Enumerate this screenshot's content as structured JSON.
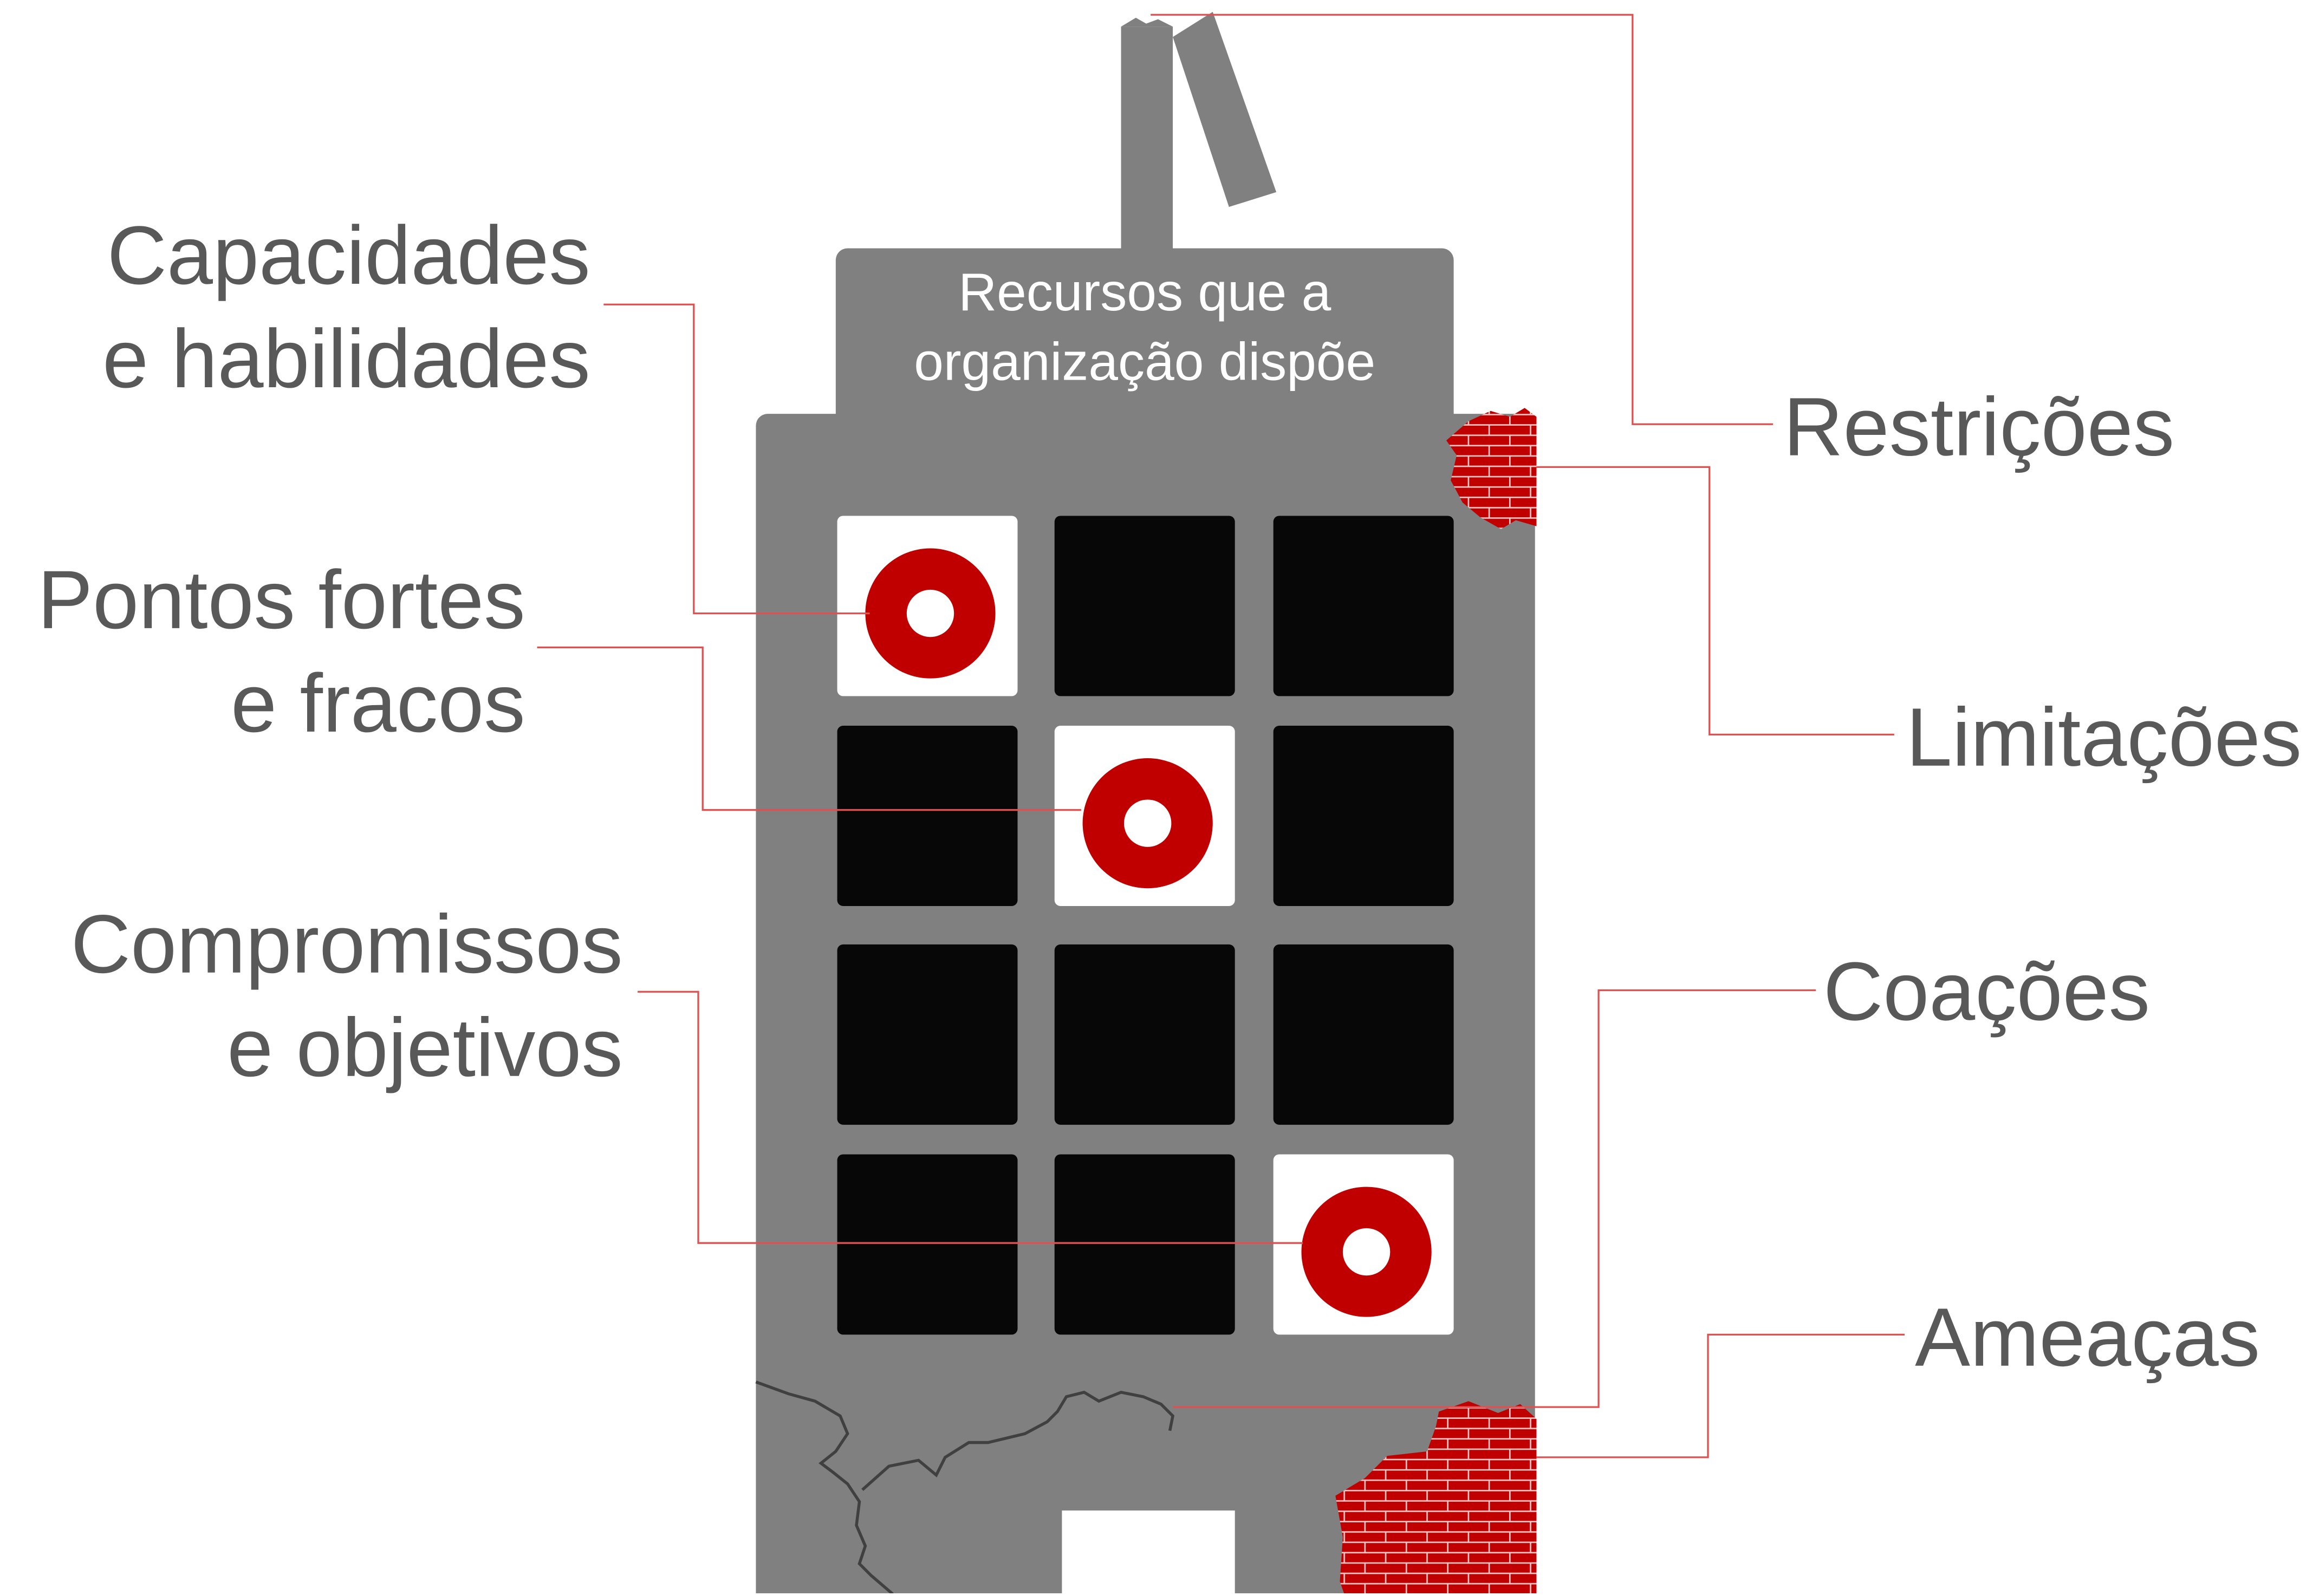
{
  "colors": {
    "building": "#808080",
    "window_dark": "#070707",
    "window_light": "#ffffff",
    "accent_red": "#c00000",
    "leader_line": "#e05050",
    "crack": "#404040",
    "label_text": "#595959",
    "roof_text": "#ffffff"
  },
  "building": {
    "roof_label": [
      "Recursos que a",
      "organização dispõe"
    ],
    "windows": [
      {
        "row": 1,
        "col": 1,
        "highlighted": true
      },
      {
        "row": 1,
        "col": 2,
        "highlighted": false
      },
      {
        "row": 1,
        "col": 3,
        "highlighted": false
      },
      {
        "row": 2,
        "col": 1,
        "highlighted": false
      },
      {
        "row": 2,
        "col": 2,
        "highlighted": true
      },
      {
        "row": 2,
        "col": 3,
        "highlighted": false
      },
      {
        "row": 3,
        "col": 1,
        "highlighted": false
      },
      {
        "row": 3,
        "col": 2,
        "highlighted": false
      },
      {
        "row": 3,
        "col": 3,
        "highlighted": false
      },
      {
        "row": 4,
        "col": 1,
        "highlighted": false
      },
      {
        "row": 4,
        "col": 2,
        "highlighted": false
      },
      {
        "row": 4,
        "col": 3,
        "highlighted": true
      }
    ]
  },
  "labels_left": [
    {
      "id": "capacidades",
      "lines": [
        "Capacidades",
        "e habilidades"
      ]
    },
    {
      "id": "pontos",
      "lines": [
        "Pontos fortes",
        "e fracos"
      ]
    },
    {
      "id": "compromissos",
      "lines": [
        "Compromissos",
        "e objetivos"
      ]
    }
  ],
  "labels_right": [
    {
      "id": "restricoes",
      "lines": [
        "Restrições"
      ]
    },
    {
      "id": "limitacoes",
      "lines": [
        "Limitações"
      ]
    },
    {
      "id": "coacoes",
      "lines": [
        "Coações"
      ]
    },
    {
      "id": "ameacas",
      "lines": [
        "Ameaças"
      ]
    }
  ]
}
